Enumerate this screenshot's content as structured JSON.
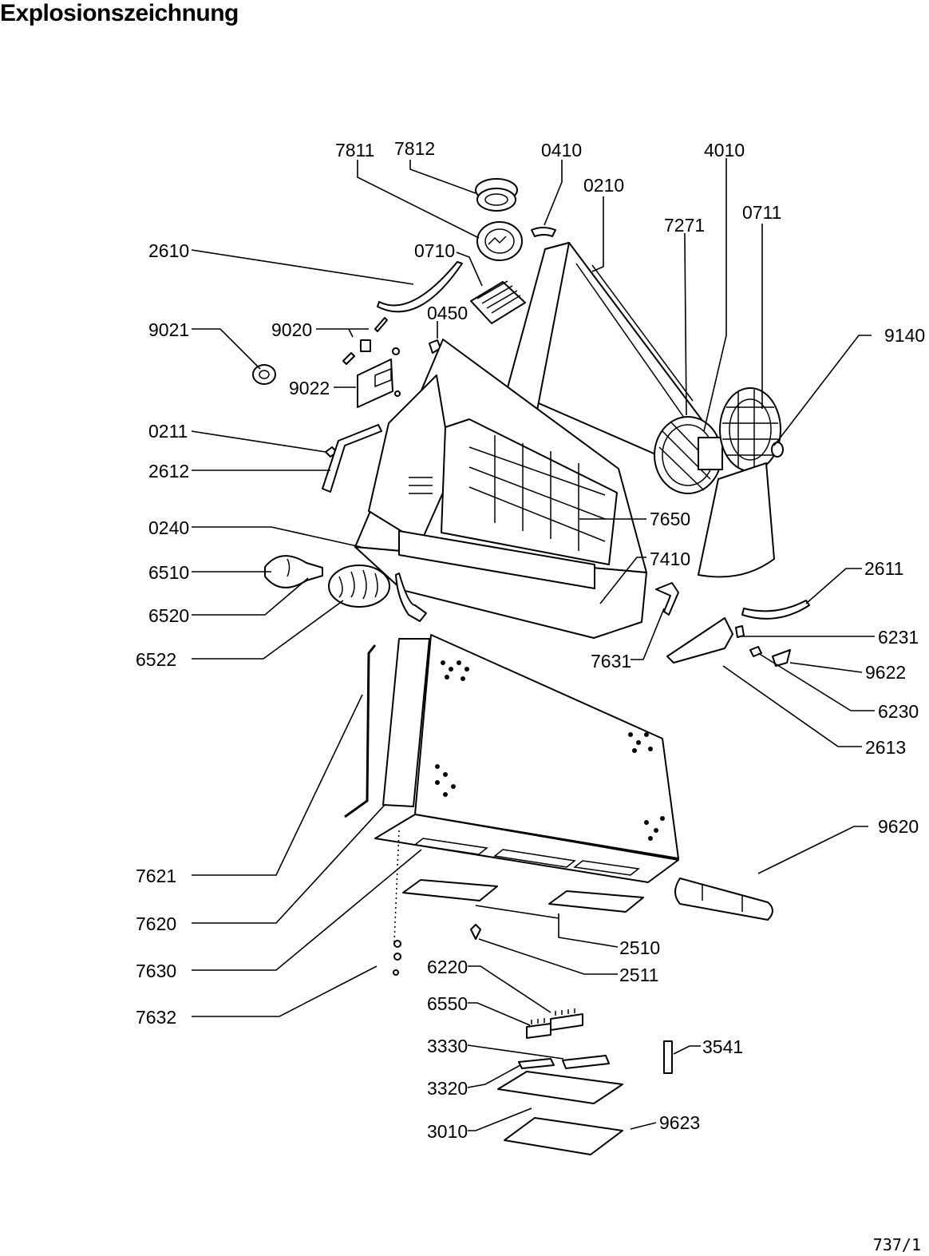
{
  "title": "Explosionszeichnung",
  "page_number": "737/1",
  "part_labels": {
    "p7811": "7811",
    "p7812": "7812",
    "p0410": "0410",
    "p4010": "4010",
    "p0210": "0210",
    "p0711": "0711",
    "p7271": "7271",
    "p2610": "2610",
    "p0710": "0710",
    "p9140": "9140",
    "p9021": "9021",
    "p9020": "9020",
    "p0450": "0450",
    "p9022": "9022",
    "p0211": "0211",
    "p2612": "2612",
    "p0240": "0240",
    "p7650": "7650",
    "p6510": "6510",
    "p7410": "7410",
    "p2611": "2611",
    "p6520": "6520",
    "p6231": "6231",
    "p6522": "6522",
    "p7631": "7631",
    "p9622": "9622",
    "p6230": "6230",
    "p2613": "2613",
    "p9620": "9620",
    "p7621": "7621",
    "p7620": "7620",
    "p2510": "2510",
    "p7630": "7630",
    "p6220": "6220",
    "p2511": "2511",
    "p7632": "7632",
    "p6550": "6550",
    "p3330": "3330",
    "p3541": "3541",
    "p3320": "3320",
    "p3010": "3010",
    "p9623": "9623"
  }
}
